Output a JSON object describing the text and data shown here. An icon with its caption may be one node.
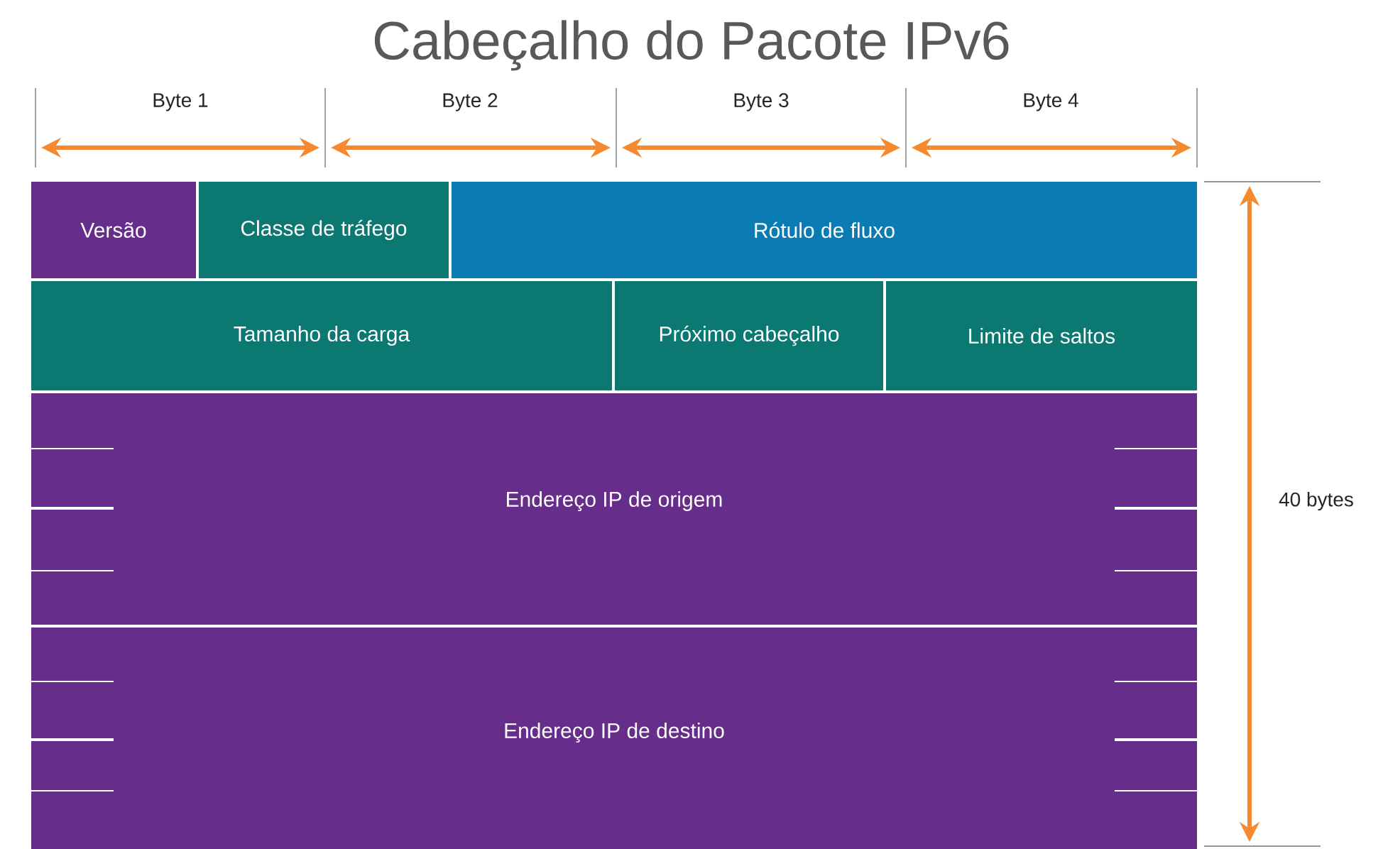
{
  "diagram": {
    "title": "Cabeçalho do Pacote IPv6",
    "nodes": [
      {
        "text": [
          "Versão"
        ]
      },
      {
        "text": [
          "Classe de tráfego"
        ]
      },
      {
        "text": [
          "Rótulo de fluxo"
        ]
      },
      {
        "text": [
          "Tamanho da carga"
        ]
      },
      {
        "text": [
          "Próximo cabeçalho"
        ]
      },
      {
        "text": [
          "Limite de saltos"
        ]
      },
      {
        "text": [
          "Endereço IP de origem"
        ]
      },
      {
        "text": [
          "Endereço IP de destino"
        ]
      }
    ],
    "labels": [
      "Byte 1",
      "Byte 2",
      "Byte 3",
      "Byte 4",
      "40 bytes"
    ]
  }
}
